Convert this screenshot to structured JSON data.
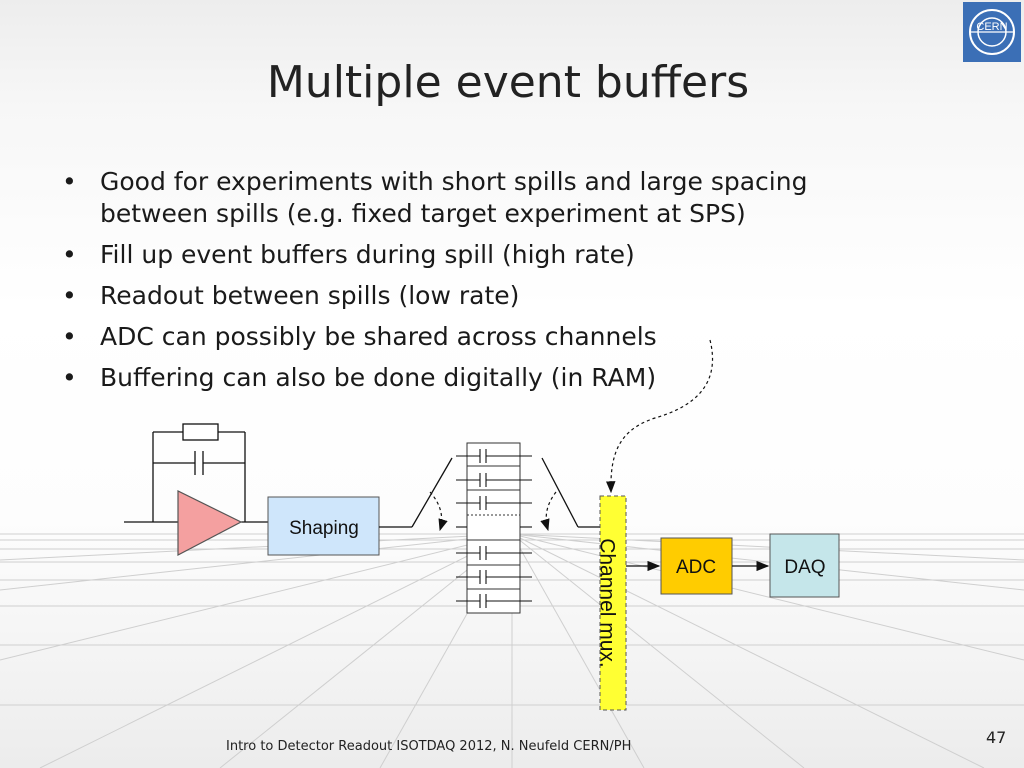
{
  "slide": {
    "title": "Multiple event buffers",
    "bullets": [
      "Good for experiments with short spills and large spacing between spills (e.g. fixed target experiment at SPS)",
      "Fill up event buffers during spill (high rate)",
      "Readout between spills (low rate)",
      "ADC can possibly be shared across channels",
      "Buffering can also be done digitally (in RAM)"
    ],
    "footer": "Intro to Detector Readout ISOTDAQ  2012, N. Neufeld CERN/PH",
    "page_number": "47"
  },
  "logo": {
    "text": "CERN",
    "color": "#3b6fb6"
  },
  "diagram": {
    "shaping_label": "Shaping",
    "channel_mux_label": "Channel mux.",
    "adc_label": "ADC",
    "daq_label": "DAQ",
    "colors": {
      "amplifier": "#f4a0a0",
      "shaping": "#cfe6fb",
      "mux": "#ffff33",
      "adc": "#ffcc00",
      "daq": "#c5e6ea"
    }
  }
}
